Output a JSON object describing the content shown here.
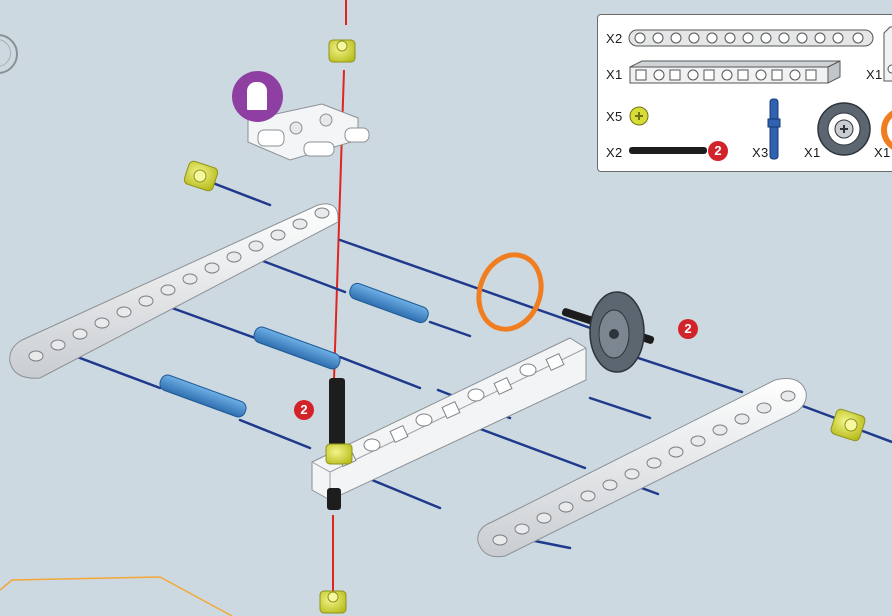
{
  "parts_list": {
    "qty_long_beam_round": "X2",
    "qty_beam_square": "X1",
    "qty_frame_partial": "X1",
    "qty_bushing": "X5",
    "qty_axle": "X2",
    "axle_size_badge": "2",
    "qty_blue_pin": "X3",
    "qty_pulley_wheel": "X1",
    "qty_orange_ring": "X1"
  },
  "assembly": {
    "step_badge_center": "2",
    "step_badge_right": "2"
  },
  "colors": {
    "background": "#cdd9e1",
    "guide_blue": "#1f3a8c",
    "guide_red": "#e0241f",
    "badge_red": "#d2232a",
    "purple": "#8f3ea2",
    "bushing_yellow": "#d7dc37",
    "pin_blue": "#3f86c6",
    "ring_orange": "#f07d1f",
    "outline_orange": "#f3a838"
  },
  "icons": [
    "purple-part-badge-icon",
    "corner-ring-icon"
  ]
}
